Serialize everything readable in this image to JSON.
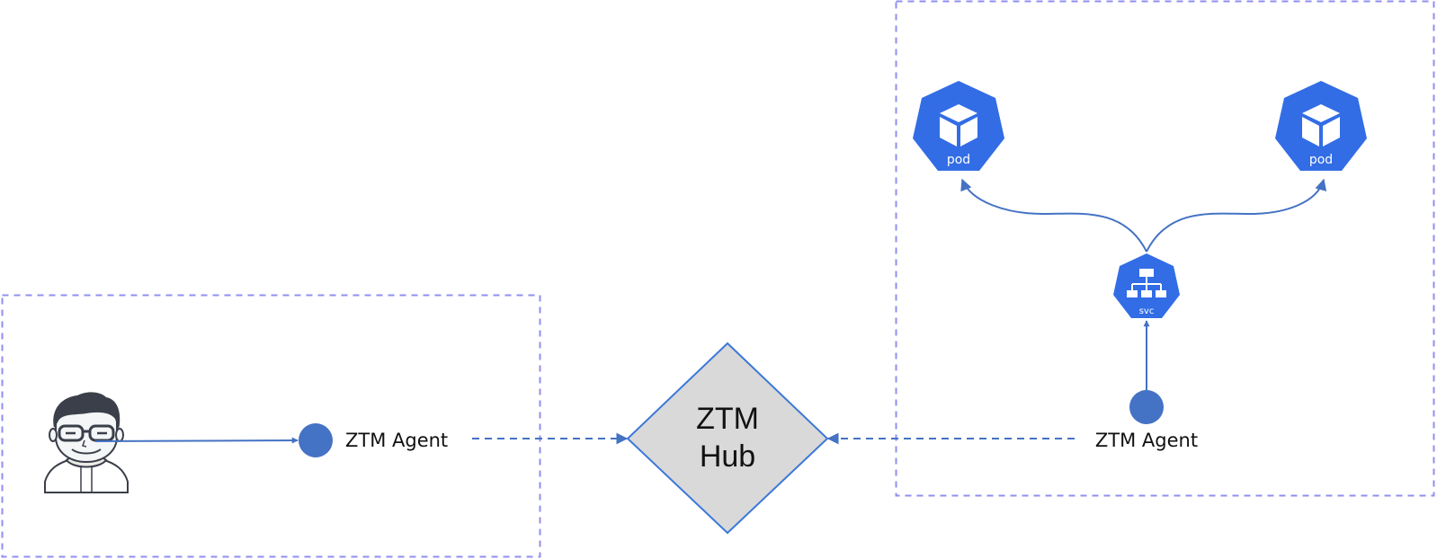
{
  "diagram": {
    "colors": {
      "boundary": "#8f8ff0",
      "connector": "#4472c4",
      "node_fill": "#4472c4",
      "k8s_blue": "#326de6",
      "hub_fill": "#d9d9d9",
      "hub_stroke": "#3d78d8"
    },
    "client_zone": {
      "user_icon": "user-avatar-icon",
      "agent": {
        "label": "ZTM Agent"
      }
    },
    "hub": {
      "line1": "ZTM",
      "line2": "Hub"
    },
    "cluster_zone": {
      "agent": {
        "label": "ZTM Agent"
      },
      "service": {
        "label": "svc",
        "icon": "kubernetes-service-icon"
      },
      "pods": [
        {
          "label": "pod",
          "icon": "kubernetes-pod-icon"
        },
        {
          "label": "pod",
          "icon": "kubernetes-pod-icon"
        }
      ]
    },
    "edges": [
      {
        "from": "user",
        "to": "client-agent",
        "style": "solid"
      },
      {
        "from": "client-agent",
        "to": "hub",
        "style": "dashed"
      },
      {
        "from": "cluster-agent",
        "to": "hub",
        "style": "dashed"
      },
      {
        "from": "cluster-agent",
        "to": "service",
        "style": "solid"
      },
      {
        "from": "service",
        "to": "pod-1",
        "style": "solid-curved"
      },
      {
        "from": "service",
        "to": "pod-2",
        "style": "solid-curved"
      }
    ]
  }
}
